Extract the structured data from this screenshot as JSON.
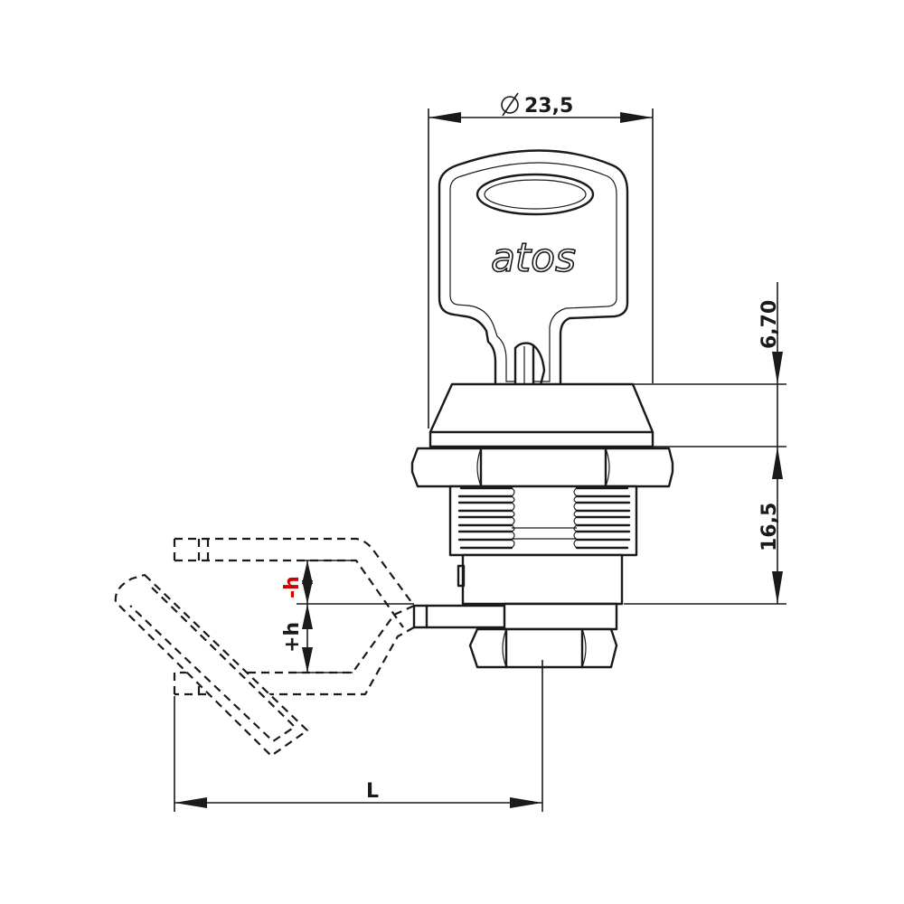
{
  "brand": "atos",
  "dimensions": {
    "key_diameter": "23,5",
    "head_height": "6,70",
    "body_length": "16,5",
    "cam_offset_minus": "-h",
    "cam_offset_plus": "+h",
    "cam_length": "L"
  },
  "colors": {
    "line": "#1a1a1a",
    "highlight": "#d40000",
    "background": "#ffffff"
  }
}
